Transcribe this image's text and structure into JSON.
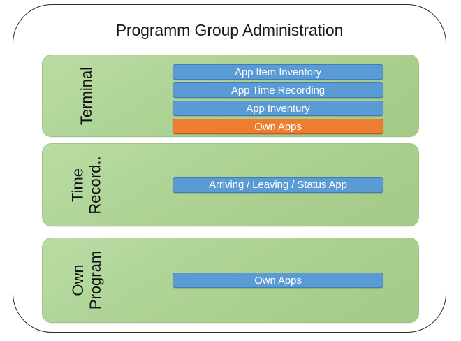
{
  "title": "Programm Group Administration",
  "colors": {
    "panel_green": "#A9D18E",
    "bar_blue": "#5B9BD5",
    "bar_orange": "#ED7D31",
    "frame_border": "#2A2A2A",
    "bar_text": "#FFFFFF",
    "title_text": "#1A1A1A"
  },
  "groups": [
    {
      "label_lines": [
        "Terminal"
      ],
      "label_text": "Terminal",
      "bars": [
        {
          "label": "App Item Inventory",
          "color": "blue"
        },
        {
          "label": "App Time Recording",
          "color": "blue"
        },
        {
          "label": "App Inventury",
          "color": "blue"
        },
        {
          "label": "Own Apps",
          "color": "orange"
        }
      ]
    },
    {
      "label_lines": [
        "Time",
        "Record.."
      ],
      "label_text": "Time Record..",
      "bars": [
        {
          "label": "Arriving / Leaving / Status App",
          "color": "blue"
        }
      ]
    },
    {
      "label_lines": [
        "Own",
        "Program"
      ],
      "label_text": "Own Program",
      "bars": [
        {
          "label": "Own Apps",
          "color": "blue"
        }
      ]
    }
  ]
}
